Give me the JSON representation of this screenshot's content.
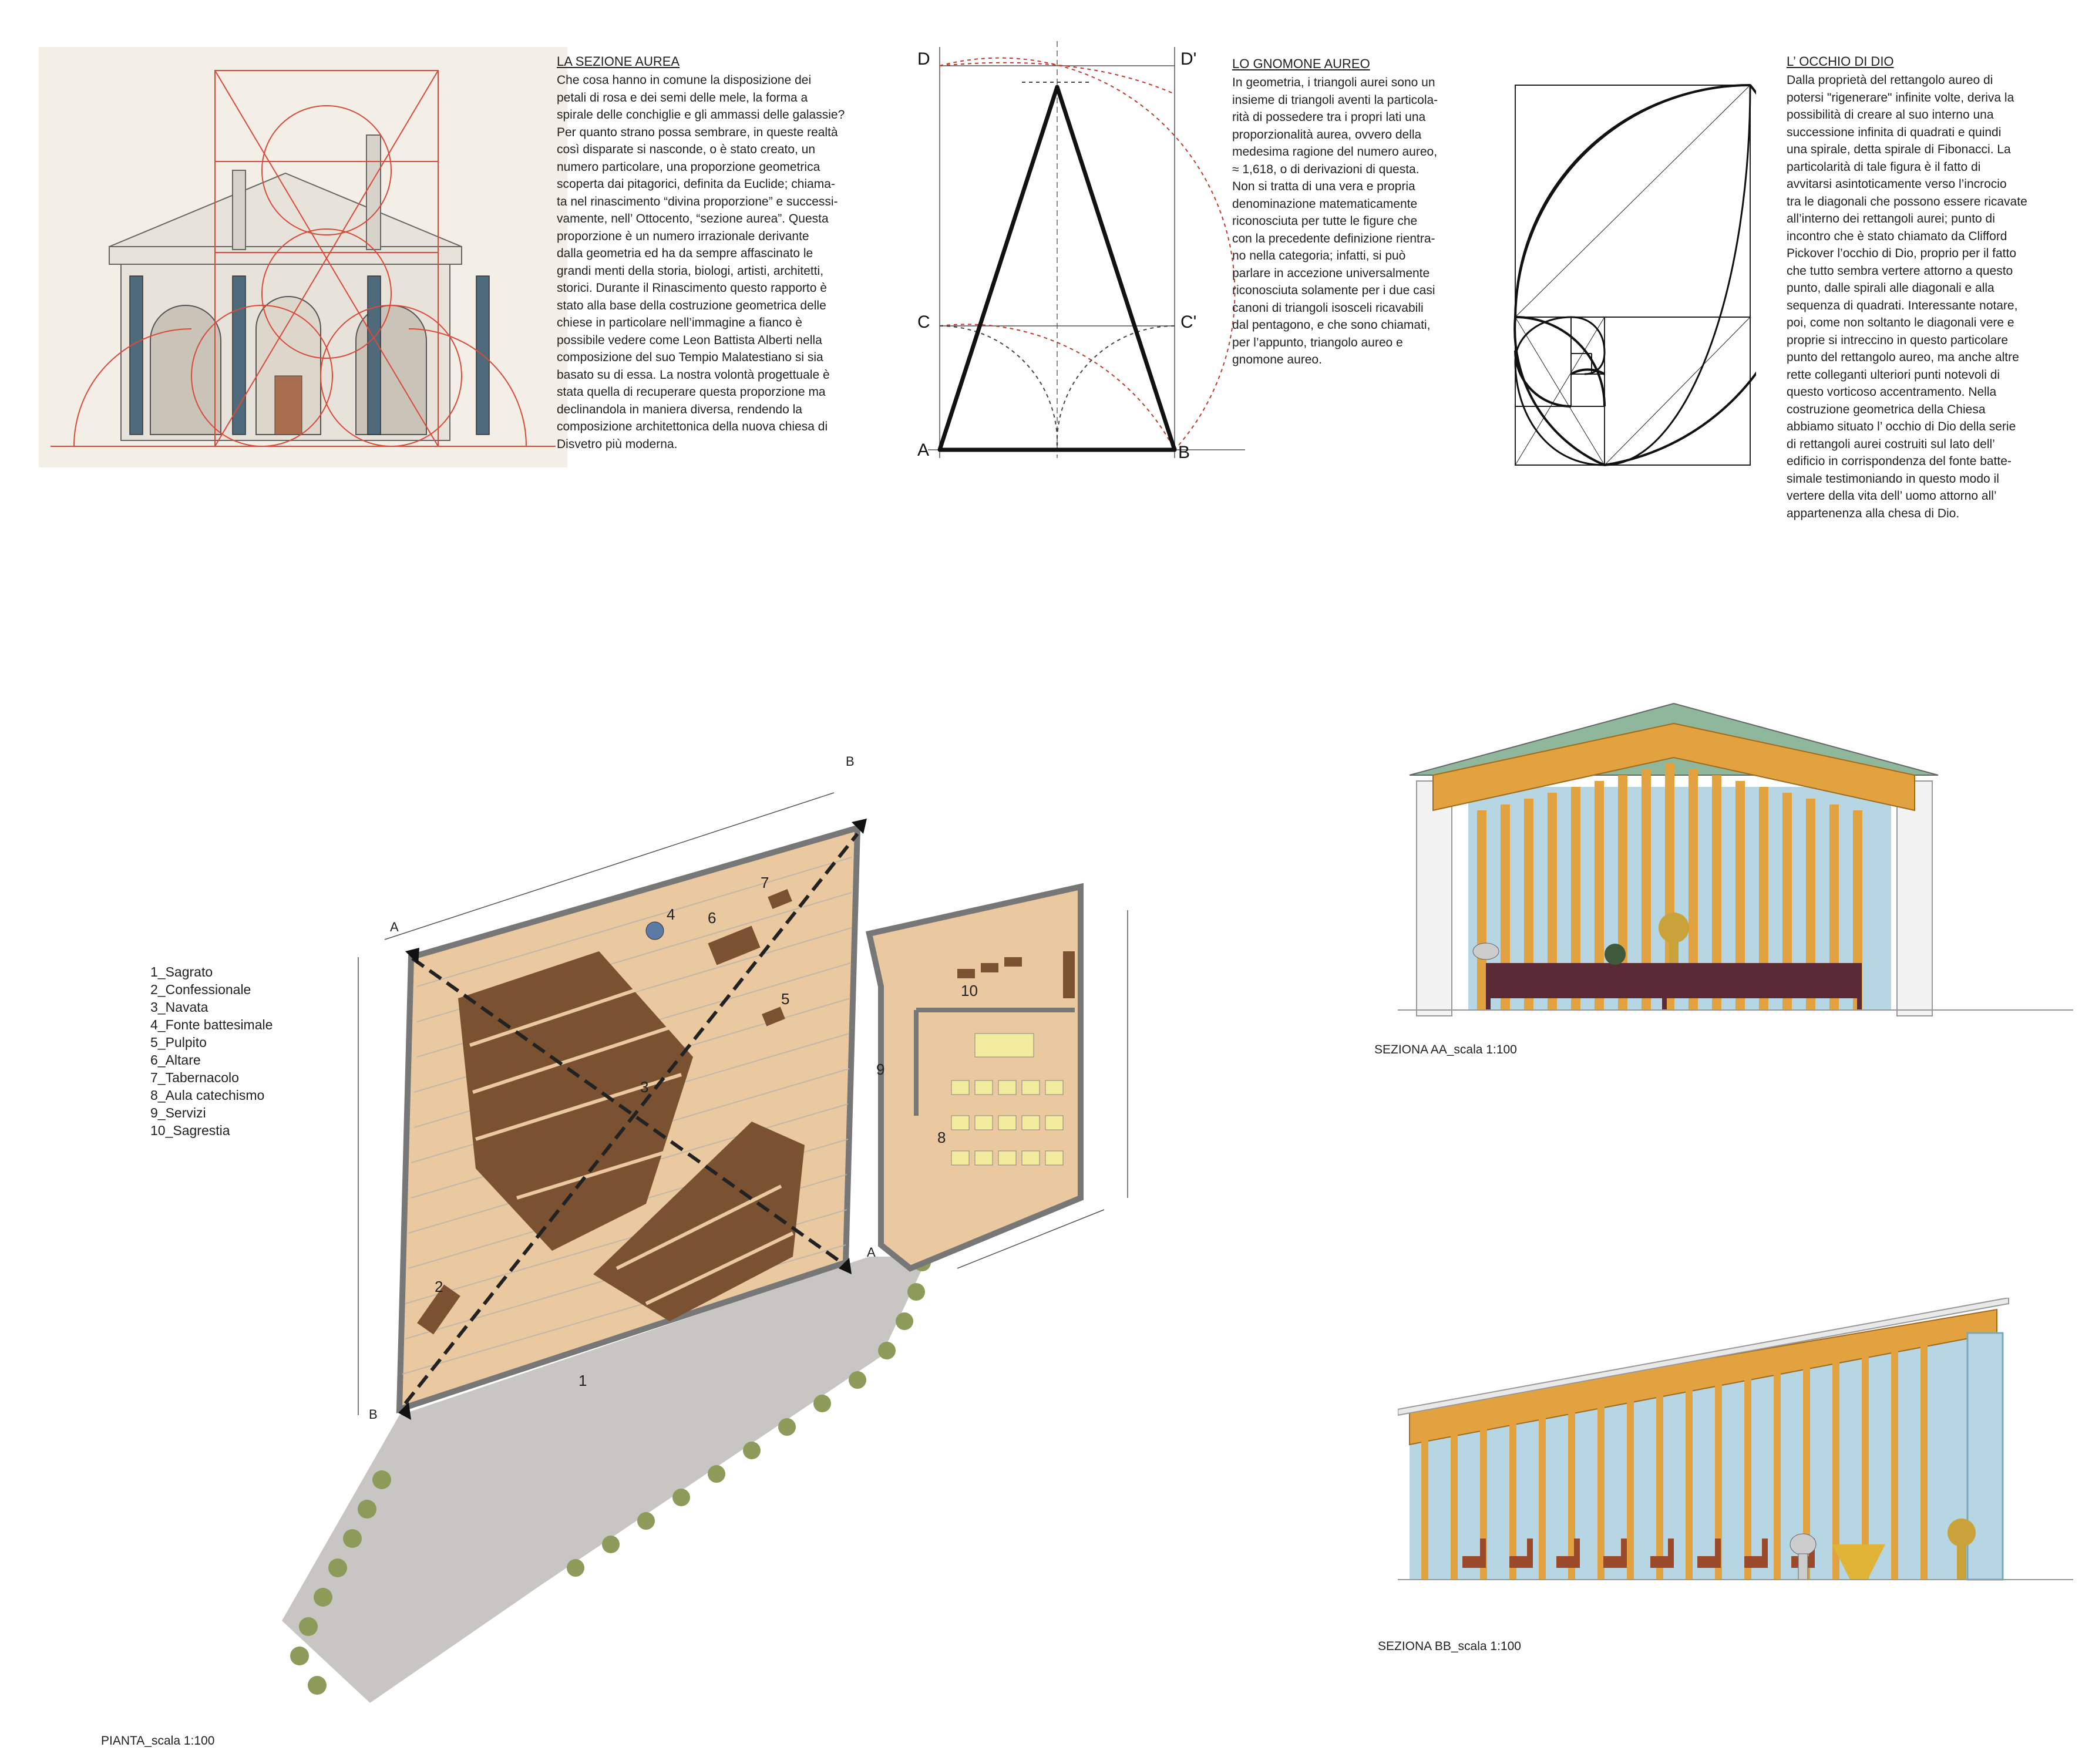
{
  "sezione_aurea": {
    "title": "LA SEZIONE AUREA",
    "lines": [
      "Che cosa hanno in comune la disposizione dei",
      "petali di rosa e dei semi delle mele, la forma a",
      "spirale delle conchiglie e gli ammassi delle galassie?",
      "Per quanto strano possa sembrare, in queste realtà",
      "così disparate si nasconde, o è stato creato, un",
      "numero particolare, una proporzione geometrica",
      "scoperta dai pitagorici, definita da Euclide; chiama-",
      "ta nel rinascimento “divina proporzione” e successi-",
      "vamente, nell’ Ottocento, “sezione aurea”. Questa",
      "proporzione è un numero irrazionale derivante",
      "dalla geometria ed ha da sempre affascinato le",
      "grandi menti della storia, biologi, artisti, architetti,",
      "storici. Durante il Rinascimento questo rapporto è",
      "stato alla base della costruzione geometrica delle",
      "chiese in particolare nell’immagine a fianco è",
      "possibile vedere come Leon Battista Alberti nella",
      "composizione del suo Tempio Malatestiano si sia",
      "basato su di essa. La nostra volontà progettuale è",
      "stata quella di recuperare questa proporzione ma",
      "declinandola in maniera diversa, rendendo la",
      "composizione architettonica della nuova chiesa di",
      "Disvetro più moderna."
    ]
  },
  "gnomone": {
    "title": "LO GNOMONE AUREO",
    "lines": [
      "In geometria, i triangoli aurei sono un",
      "insieme di triangoli aventi la particola-",
      "rità di possedere tra i propri lati una",
      "proporzionalità aurea, ovvero della",
      "medesima ragione del numero aureo,",
      "≈ 1,618, o di derivazioni di questa.",
      "Non si tratta di una vera e propria",
      "denominazione matematicamente",
      "riconosciuta per tutte le figure che",
      "con la precedente definizione rientra-",
      "no nella categoria; infatti, si può",
      "parlare in accezione universalmente",
      "riconosciuta solamente per i due casi",
      "canoni di triangoli isosceli ricavabili",
      "dal pentagono, e che sono chiamati,",
      "per l’appunto, triangolo aureo e",
      "gnomone aureo."
    ],
    "labels": {
      "D": "D",
      "Dp": "D'",
      "C": "C",
      "Cp": "C'",
      "A": "A",
      "B": "B"
    }
  },
  "occhio": {
    "title": "L’ OCCHIO DI DIO",
    "lines": [
      "Dalla proprietà del rettangolo aureo di",
      "potersi \"rigenerare\" infinite volte, deriva la",
      "possibilità di creare al suo interno una",
      "successione infinita di quadrati e quindi",
      "una spirale, detta spirale di Fibonacci. La",
      "particolarità di tale figura è il fatto di",
      "avvitarsi asintoticamente verso l’incrocio",
      "tra le diagonali che possono essere ricavate",
      "all’interno dei rettangoli aurei; punto di",
      "incontro che è stato chiamato da Clifford",
      "Pickover l’occhio di Dio, proprio per il fatto",
      "che tutto sembra vertere attorno a questo",
      "punto, dalle spirali alle diagonali e alla",
      "sequenza di quadrati. Interessante notare,",
      "poi, come non soltanto le diagonali vere e",
      "proprie si intreccino in questo particolare",
      "punto del rettangolo aureo, ma anche altre",
      "rette colleganti ulteriori punti notevoli di",
      "questo vorticoso accentramento. Nella",
      "costruzione geometrica della Chiesa",
      "abbiamo situato l’ occhio di Dio della serie",
      "di rettangoli aurei costruiti sul lato dell’",
      "edificio in corrispondenza del fonte batte-",
      "simale testimoniando in questo modo il",
      "vertere della vita dell’ uomo attorno all’",
      "appartenenza alla chesa di Dio."
    ]
  },
  "legend": [
    "1_Sagrato",
    "2_Confessionale",
    "3_Navata",
    "4_Fonte battesimale",
    "5_Pulpito",
    "6_Altare",
    "7_Tabernacolo",
    "8_Aula catechismo",
    "9_Servizi",
    "10_Sagrestia"
  ],
  "plan": {
    "caption": "PIANTA_scala 1:100",
    "room_numbers": [
      "1",
      "2",
      "3",
      "4",
      "5",
      "6",
      "7",
      "8",
      "9",
      "10"
    ],
    "section_marks": {
      "A": "A",
      "B": "B"
    }
  },
  "section_aa": {
    "caption": "SEZIONA AA_scala 1:100"
  },
  "section_bb": {
    "caption": "SEZIONA BB_scala 1:100"
  },
  "colors": {
    "wood_floor": "#eac9a0",
    "pews": "#7a5232",
    "glass": "#b5d6e2",
    "timber": "#e2a23f",
    "roof": "#8fb79b",
    "golden_construction": "#d94a3a",
    "paving": "#c8c6c2"
  }
}
